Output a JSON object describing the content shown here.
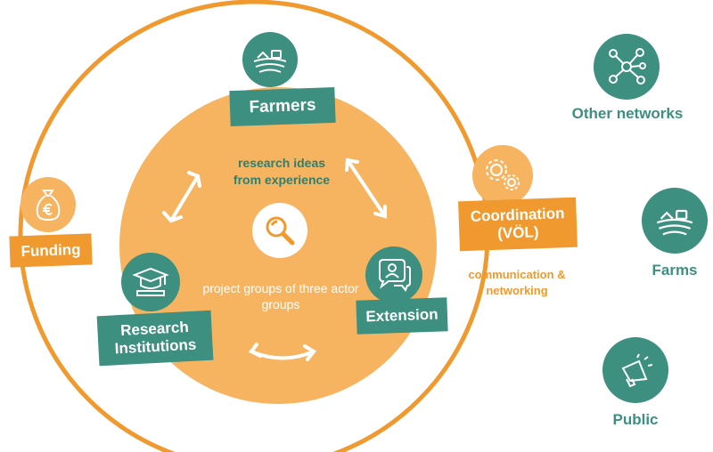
{
  "colors": {
    "teal": "#3d8f80",
    "orange": "#f0992e",
    "light_orange": "#f7b460",
    "text_white": "#ffffff"
  },
  "actors": {
    "farmers": "Farmers",
    "research": "Research Institutions",
    "extension": "Extension"
  },
  "center": {
    "ideas": "research ideas from experience",
    "groups": "project groups of three actor groups"
  },
  "funding": "Funding",
  "coordination": {
    "title": "Coordination (VÖL)",
    "note": "communication & networking"
  },
  "external": {
    "networks": "Other networks",
    "farms": "Farms",
    "public": "Public"
  },
  "icons": {
    "farmers": "farm-icon",
    "research": "graduation-cap-icon",
    "extension": "chat-person-icon",
    "center": "magnifier-icon",
    "funding": "money-bag-icon",
    "coordination": "gears-icon",
    "networks": "network-icon",
    "farms": "farm-icon",
    "public": "megaphone-icon"
  }
}
